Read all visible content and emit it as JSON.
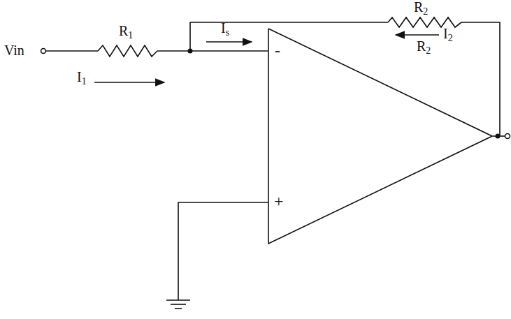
{
  "diagram": {
    "nodes": [
      {
        "text": [
          "-",
          "+"
        ]
      }
    ],
    "labels": [
      "R2",
      "I2",
      "R2",
      "Vin",
      "R1",
      "I1",
      "Is"
    ]
  }
}
